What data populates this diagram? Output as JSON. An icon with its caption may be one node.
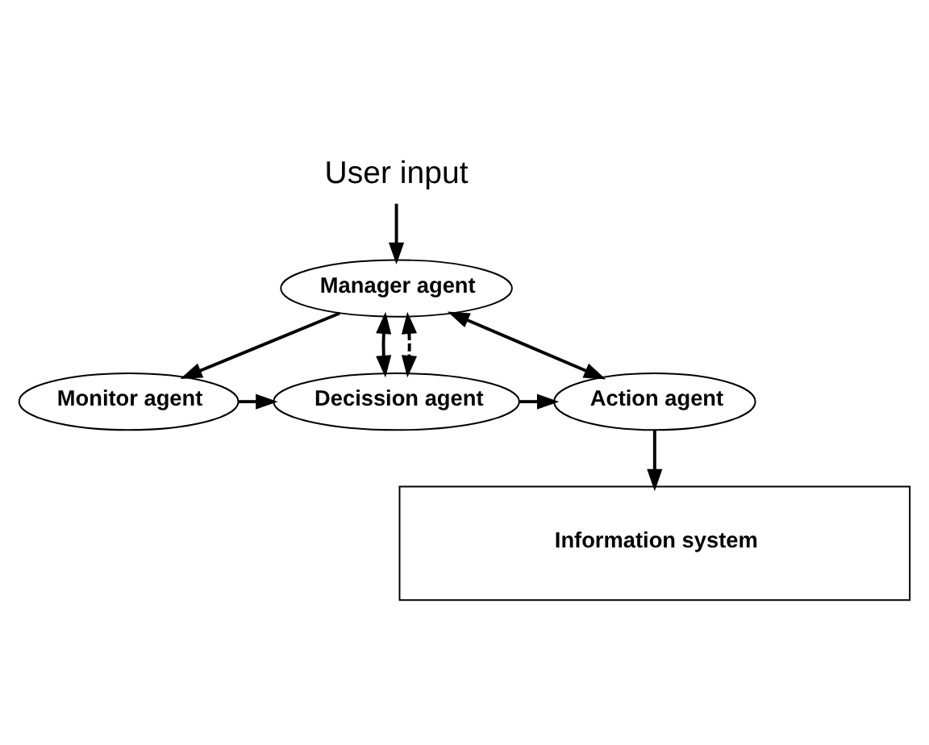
{
  "diagram": {
    "nodes": [
      {
        "text": [
          "User input"
        ]
      },
      {
        "text": [
          "Manager agent"
        ]
      },
      {
        "text": [
          "Monitor agent"
        ]
      },
      {
        "text": [
          "Decission agent"
        ]
      },
      {
        "text": [
          "Action agent"
        ]
      },
      {
        "text": [
          "Information system"
        ]
      }
    ],
    "edges": [
      {
        "from": 0,
        "to": 1,
        "arrow": "to"
      },
      {
        "from": 1,
        "to": 2,
        "arrow": "to"
      },
      {
        "from": 1,
        "to": 3,
        "arrow": "both"
      },
      {
        "from": 1,
        "to": 3,
        "arrow": "both",
        "style": "dashed"
      },
      {
        "from": 1,
        "to": 4,
        "arrow": "both"
      },
      {
        "from": 2,
        "to": 3,
        "arrow": "to"
      },
      {
        "from": 3,
        "to": 4,
        "arrow": "to"
      },
      {
        "from": 4,
        "to": 5,
        "arrow": "to"
      }
    ]
  }
}
